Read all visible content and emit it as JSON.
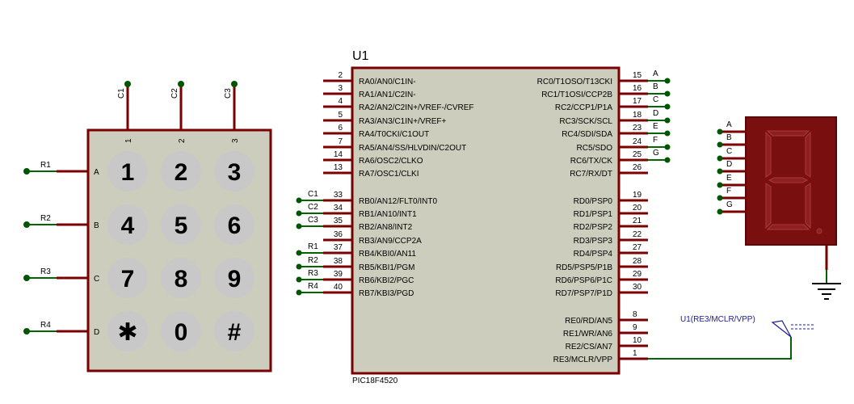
{
  "mcu": {
    "ref": "U1",
    "part": "PIC18F4520",
    "left_pins": [
      {
        "num": "2",
        "label": "RA0/AN0/C1IN-",
        "net": ""
      },
      {
        "num": "3",
        "label": "RA1/AN1/C2IN-",
        "net": ""
      },
      {
        "num": "4",
        "label": "RA2/AN2/C2IN+/VREF-/CVREF",
        "net": ""
      },
      {
        "num": "5",
        "label": "RA3/AN3/C1IN+/VREF+",
        "net": ""
      },
      {
        "num": "6",
        "label": "RA4/T0CKI/C1OUT",
        "net": ""
      },
      {
        "num": "7",
        "label": "RA5/AN4/SS/HLVDIN/C2OUT",
        "net": ""
      },
      {
        "num": "14",
        "label": "RA6/OSC2/CLKO",
        "net": ""
      },
      {
        "num": "13",
        "label": "RA7/OSC1/CLKI",
        "net": ""
      },
      {
        "num": "33",
        "label": "RB0/AN12/FLT0/INT0",
        "net": "C1"
      },
      {
        "num": "34",
        "label": "RB1/AN10/INT1",
        "net": "C2"
      },
      {
        "num": "35",
        "label": "RB2/AN8/INT2",
        "net": "C3"
      },
      {
        "num": "36",
        "label": "RB3/AN9/CCP2A",
        "net": ""
      },
      {
        "num": "37",
        "label": "RB4/KBI0/AN11",
        "net": "R1"
      },
      {
        "num": "38",
        "label": "RB5/KBI1/PGM",
        "net": "R2"
      },
      {
        "num": "39",
        "label": "RB6/KBI2/PGC",
        "net": "R3"
      },
      {
        "num": "40",
        "label": "RB7/KBI3/PGD",
        "net": "R4"
      }
    ],
    "right_pins": [
      {
        "num": "15",
        "label": "RC0/T1OSO/T13CKI",
        "net": "A"
      },
      {
        "num": "16",
        "label": "RC1/T1OSI/CCP2B",
        "net": "B"
      },
      {
        "num": "17",
        "label": "RC2/CCP1/P1A",
        "net": "C"
      },
      {
        "num": "18",
        "label": "RC3/SCK/SCL",
        "net": "D"
      },
      {
        "num": "23",
        "label": "RC4/SDI/SDA",
        "net": "E"
      },
      {
        "num": "24",
        "label": "RC5/SDO",
        "net": "F"
      },
      {
        "num": "25",
        "label": "RC6/TX/CK",
        "net": "G"
      },
      {
        "num": "26",
        "label": "RC7/RX/DT",
        "net": ""
      },
      {
        "num": "19",
        "label": "RD0/PSP0",
        "net": ""
      },
      {
        "num": "20",
        "label": "RD1/PSP1",
        "net": ""
      },
      {
        "num": "21",
        "label": "RD2/PSP2",
        "net": ""
      },
      {
        "num": "22",
        "label": "RD3/PSP3",
        "net": ""
      },
      {
        "num": "27",
        "label": "RD4/PSP4",
        "net": ""
      },
      {
        "num": "28",
        "label": "RD5/PSP5/P1B",
        "net": ""
      },
      {
        "num": "29",
        "label": "RD6/PSP6/P1C",
        "net": ""
      },
      {
        "num": "30",
        "label": "RD7/PSP7/P1D",
        "net": ""
      },
      {
        "num": "8",
        "label": "RE0/RD/AN5",
        "net": ""
      },
      {
        "num": "9",
        "label": "RE1/WR/AN6",
        "net": ""
      },
      {
        "num": "10",
        "label": "RE2/CS/AN7",
        "net": ""
      },
      {
        "num": "1",
        "label": "RE3/MCLR/VPP",
        "net": ""
      }
    ],
    "terminal_label": "U1(RE3/MCLR/VPP)"
  },
  "keypad": {
    "col_labels": [
      "C1",
      "C2",
      "C3"
    ],
    "col_pin_nums": [
      "1",
      "2",
      "3"
    ],
    "row_labels": [
      "R1",
      "R2",
      "R3",
      "R4"
    ],
    "row_letters": [
      "A",
      "B",
      "C",
      "D"
    ],
    "keys": [
      "1",
      "2",
      "3",
      "4",
      "5",
      "6",
      "7",
      "8",
      "9",
      "✱",
      "0",
      "#"
    ]
  },
  "display": {
    "seg_labels": [
      "A",
      "B",
      "C",
      "D",
      "E",
      "F",
      "G"
    ],
    "color_body": "#7a0f0f",
    "color_segment": "#8f1f1f"
  },
  "colors": {
    "wire": "#006400",
    "pin": "#7a0000",
    "chip_fill": "#cdcdbd",
    "key_fill": "#c8c8c8",
    "label_blue": "#1a1aa0"
  }
}
